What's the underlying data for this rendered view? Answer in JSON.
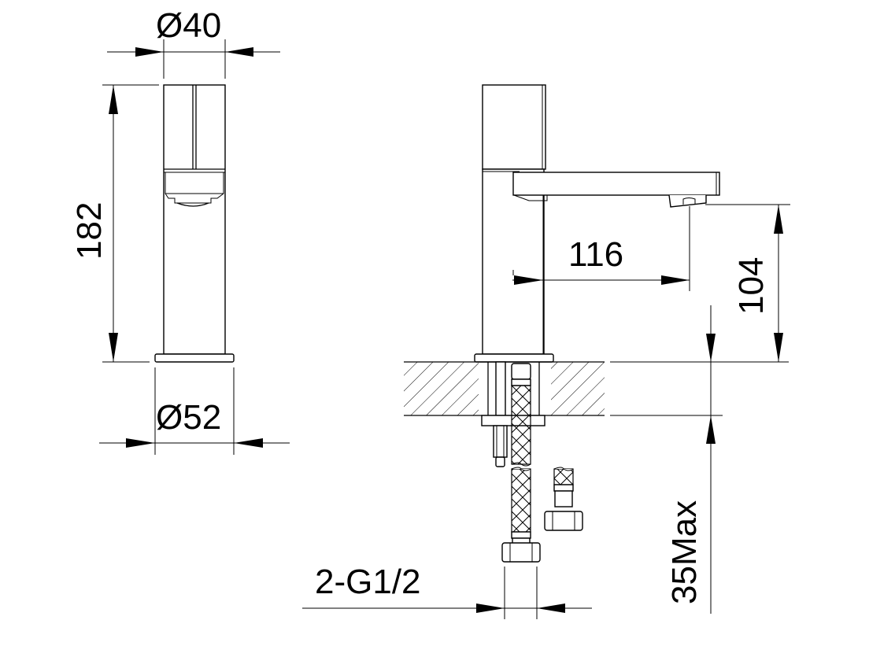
{
  "diagram": {
    "type": "technical-drawing",
    "subject": "single-lever basin faucet dimensional drawing",
    "views": [
      {
        "name": "front-view",
        "description": "front elevation of faucet"
      },
      {
        "name": "side-view",
        "description": "side elevation with spout, countertop section and supply hoses"
      }
    ],
    "dimensions": {
      "top_diameter": "Ø40",
      "base_diameter": "Ø52",
      "total_height": "182",
      "spout_reach": "116",
      "spout_height": "104",
      "max_counter_thickness": "35Max",
      "hose_connection": "2-G1/2"
    },
    "colors": {
      "line": "#000000",
      "background": "#ffffff"
    }
  }
}
